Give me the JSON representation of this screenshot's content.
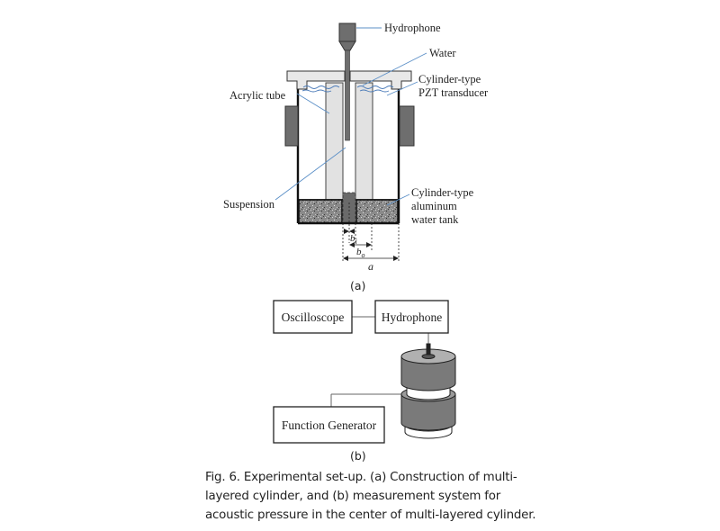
{
  "diagram_a": {
    "labels": {
      "hydrophone": "Hydrophone",
      "water": "Water",
      "transducer_line1": "Cylinder-type",
      "transducer_line2": "PZT transducer",
      "acrylic_tube": "Acrylic tube",
      "suspension": "Suspension",
      "tank_line1": "Cylinder-type",
      "tank_line2": "aluminum",
      "tank_line3": "water tank",
      "dim_bi": "b",
      "dim_bi_sub": "i",
      "dim_bo": "b",
      "dim_bo_sub": "o",
      "dim_a": "a"
    },
    "panel_label": "(a)"
  },
  "diagram_b": {
    "boxes": {
      "oscilloscope": "Oscilloscope",
      "hydrophone": "Hydrophone",
      "function_generator": "Function Generator"
    },
    "panel_label": "(b)"
  },
  "caption": {
    "lines": [
      "Fig. 6. Experimental set-up. (a) Construction of multi-",
      "layered cylinder, and (b) measurement system for",
      "acoustic pressure in the center of multi-layered cylinder."
    ]
  },
  "colors": {
    "ink": "#222222",
    "lid_fill": "#e8e8e8",
    "suspension_fill": "#e2e2e2",
    "pzt_fill": "#6e6e6e",
    "leader_line": "#5b8fc7",
    "water_wave": "#4a7ab8"
  }
}
